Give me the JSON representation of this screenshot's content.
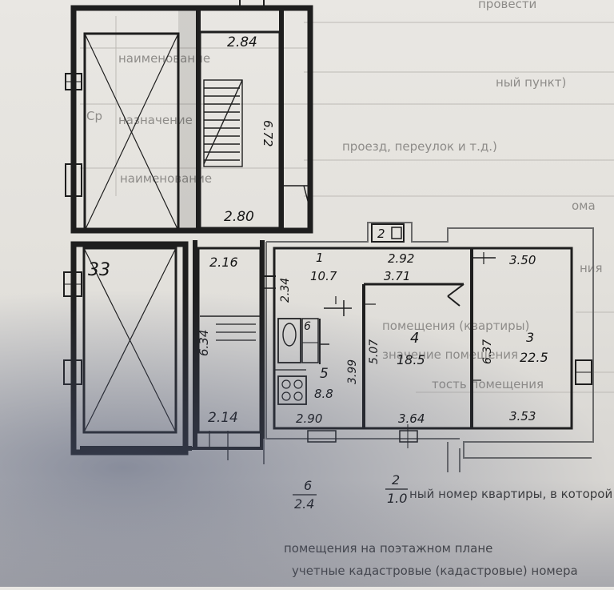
{
  "background_text": {
    "lines_right": [
      "провести",
      "ный пункт)",
      "проезд, переулок и т.д.)",
      "ома",
      "ния",
      "помещения (квартиры)",
      "значение помещения",
      "тость помещения",
      "ный номер квартиры, в которой расположена",
      "помещения на поэтажном плане",
      "учетные кадастровые (кадастровые) номера"
    ],
    "table_labels": [
      "наименование",
      "наименование",
      "Ср",
      "назначение"
    ]
  },
  "plan": {
    "stair_left_top_label": "2.84",
    "stair_left_height_label": "6.72",
    "stair_left_bottom_label": "2.80",
    "stairwell_big_label": "33",
    "corridor_top_label": "2.16",
    "corridor_height_label": "6.34",
    "corridor_bottom_label": "2.14",
    "room1": {
      "number": "1",
      "area": "10.7"
    },
    "room1_side_label": "2.34",
    "room1_width_label": "3.71",
    "room2": {
      "number": "2"
    },
    "room2_width_label": "2.92",
    "room3": {
      "number": "3",
      "area": "22.5"
    },
    "room3_top_label": "3.50",
    "room3_side_label": "6.37",
    "room3_bottom_label": "3.53",
    "room4": {
      "number": "4",
      "area": "18.5"
    },
    "room4_side_label": "5.07",
    "room4_bottom_label": "3.64",
    "room5": {
      "number": "5",
      "area": "8.8"
    },
    "room5_side_label": "3.99",
    "room5_bottom_label": "2.90",
    "bath_label": "6",
    "balcony6": {
      "number": "6",
      "area": "2.4"
    },
    "balcony2": {
      "number": "2",
      "area": "1.0"
    }
  }
}
